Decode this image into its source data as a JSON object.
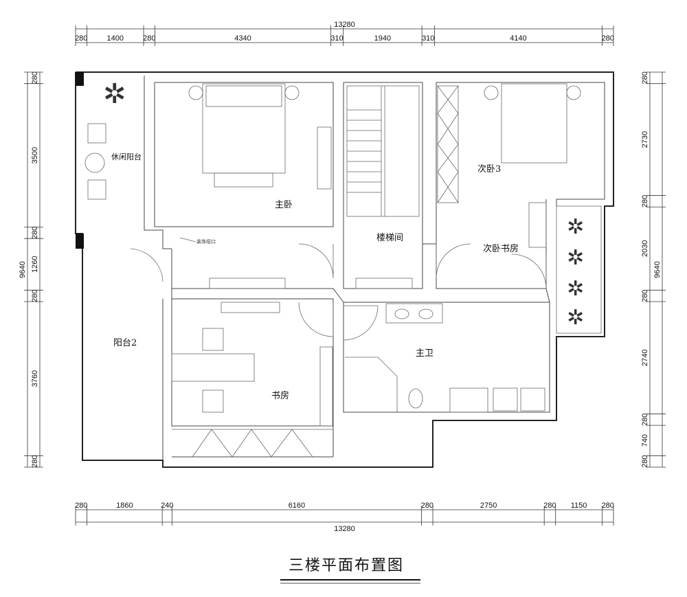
{
  "title": "三楼平面布置图",
  "rooms": {
    "leisure_balcony": "休闲阳台",
    "master_bedroom": "主卧",
    "stairwell": "楼梯间",
    "second_bedroom_3": "次卧3",
    "second_bedroom_study": "次卧书房",
    "balcony_2": "阳台2",
    "study": "书房",
    "master_bath": "主卫"
  },
  "annotation": "装饰垭口",
  "dimensions": {
    "top": {
      "total": "13280",
      "segments": [
        "280",
        "1400",
        "280",
        "4340",
        "310",
        "1940",
        "310",
        "4140",
        "280"
      ],
      "mm": [
        280,
        1400,
        280,
        4340,
        310,
        1940,
        310,
        4140,
        280
      ]
    },
    "bottom": {
      "total": "13280",
      "segments": [
        "280",
        "1860",
        "240",
        "6160",
        "280",
        "2750",
        "280",
        "1150",
        "280"
      ],
      "mm": [
        280,
        1860,
        240,
        6160,
        280,
        2750,
        280,
        1150,
        280
      ]
    },
    "left": {
      "total": "9640",
      "segments": [
        "280",
        "3500",
        "280",
        "1260",
        "280",
        "3760",
        "280"
      ],
      "mm": [
        280,
        3500,
        280,
        1260,
        280,
        3760,
        280
      ]
    },
    "right": {
      "total": "9640",
      "segments": [
        "280",
        "2730",
        "280",
        "2030",
        "280",
        "2740",
        "280",
        "740",
        "280"
      ],
      "mm": [
        280,
        2730,
        280,
        2030,
        280,
        2740,
        280,
        740,
        280
      ]
    }
  }
}
